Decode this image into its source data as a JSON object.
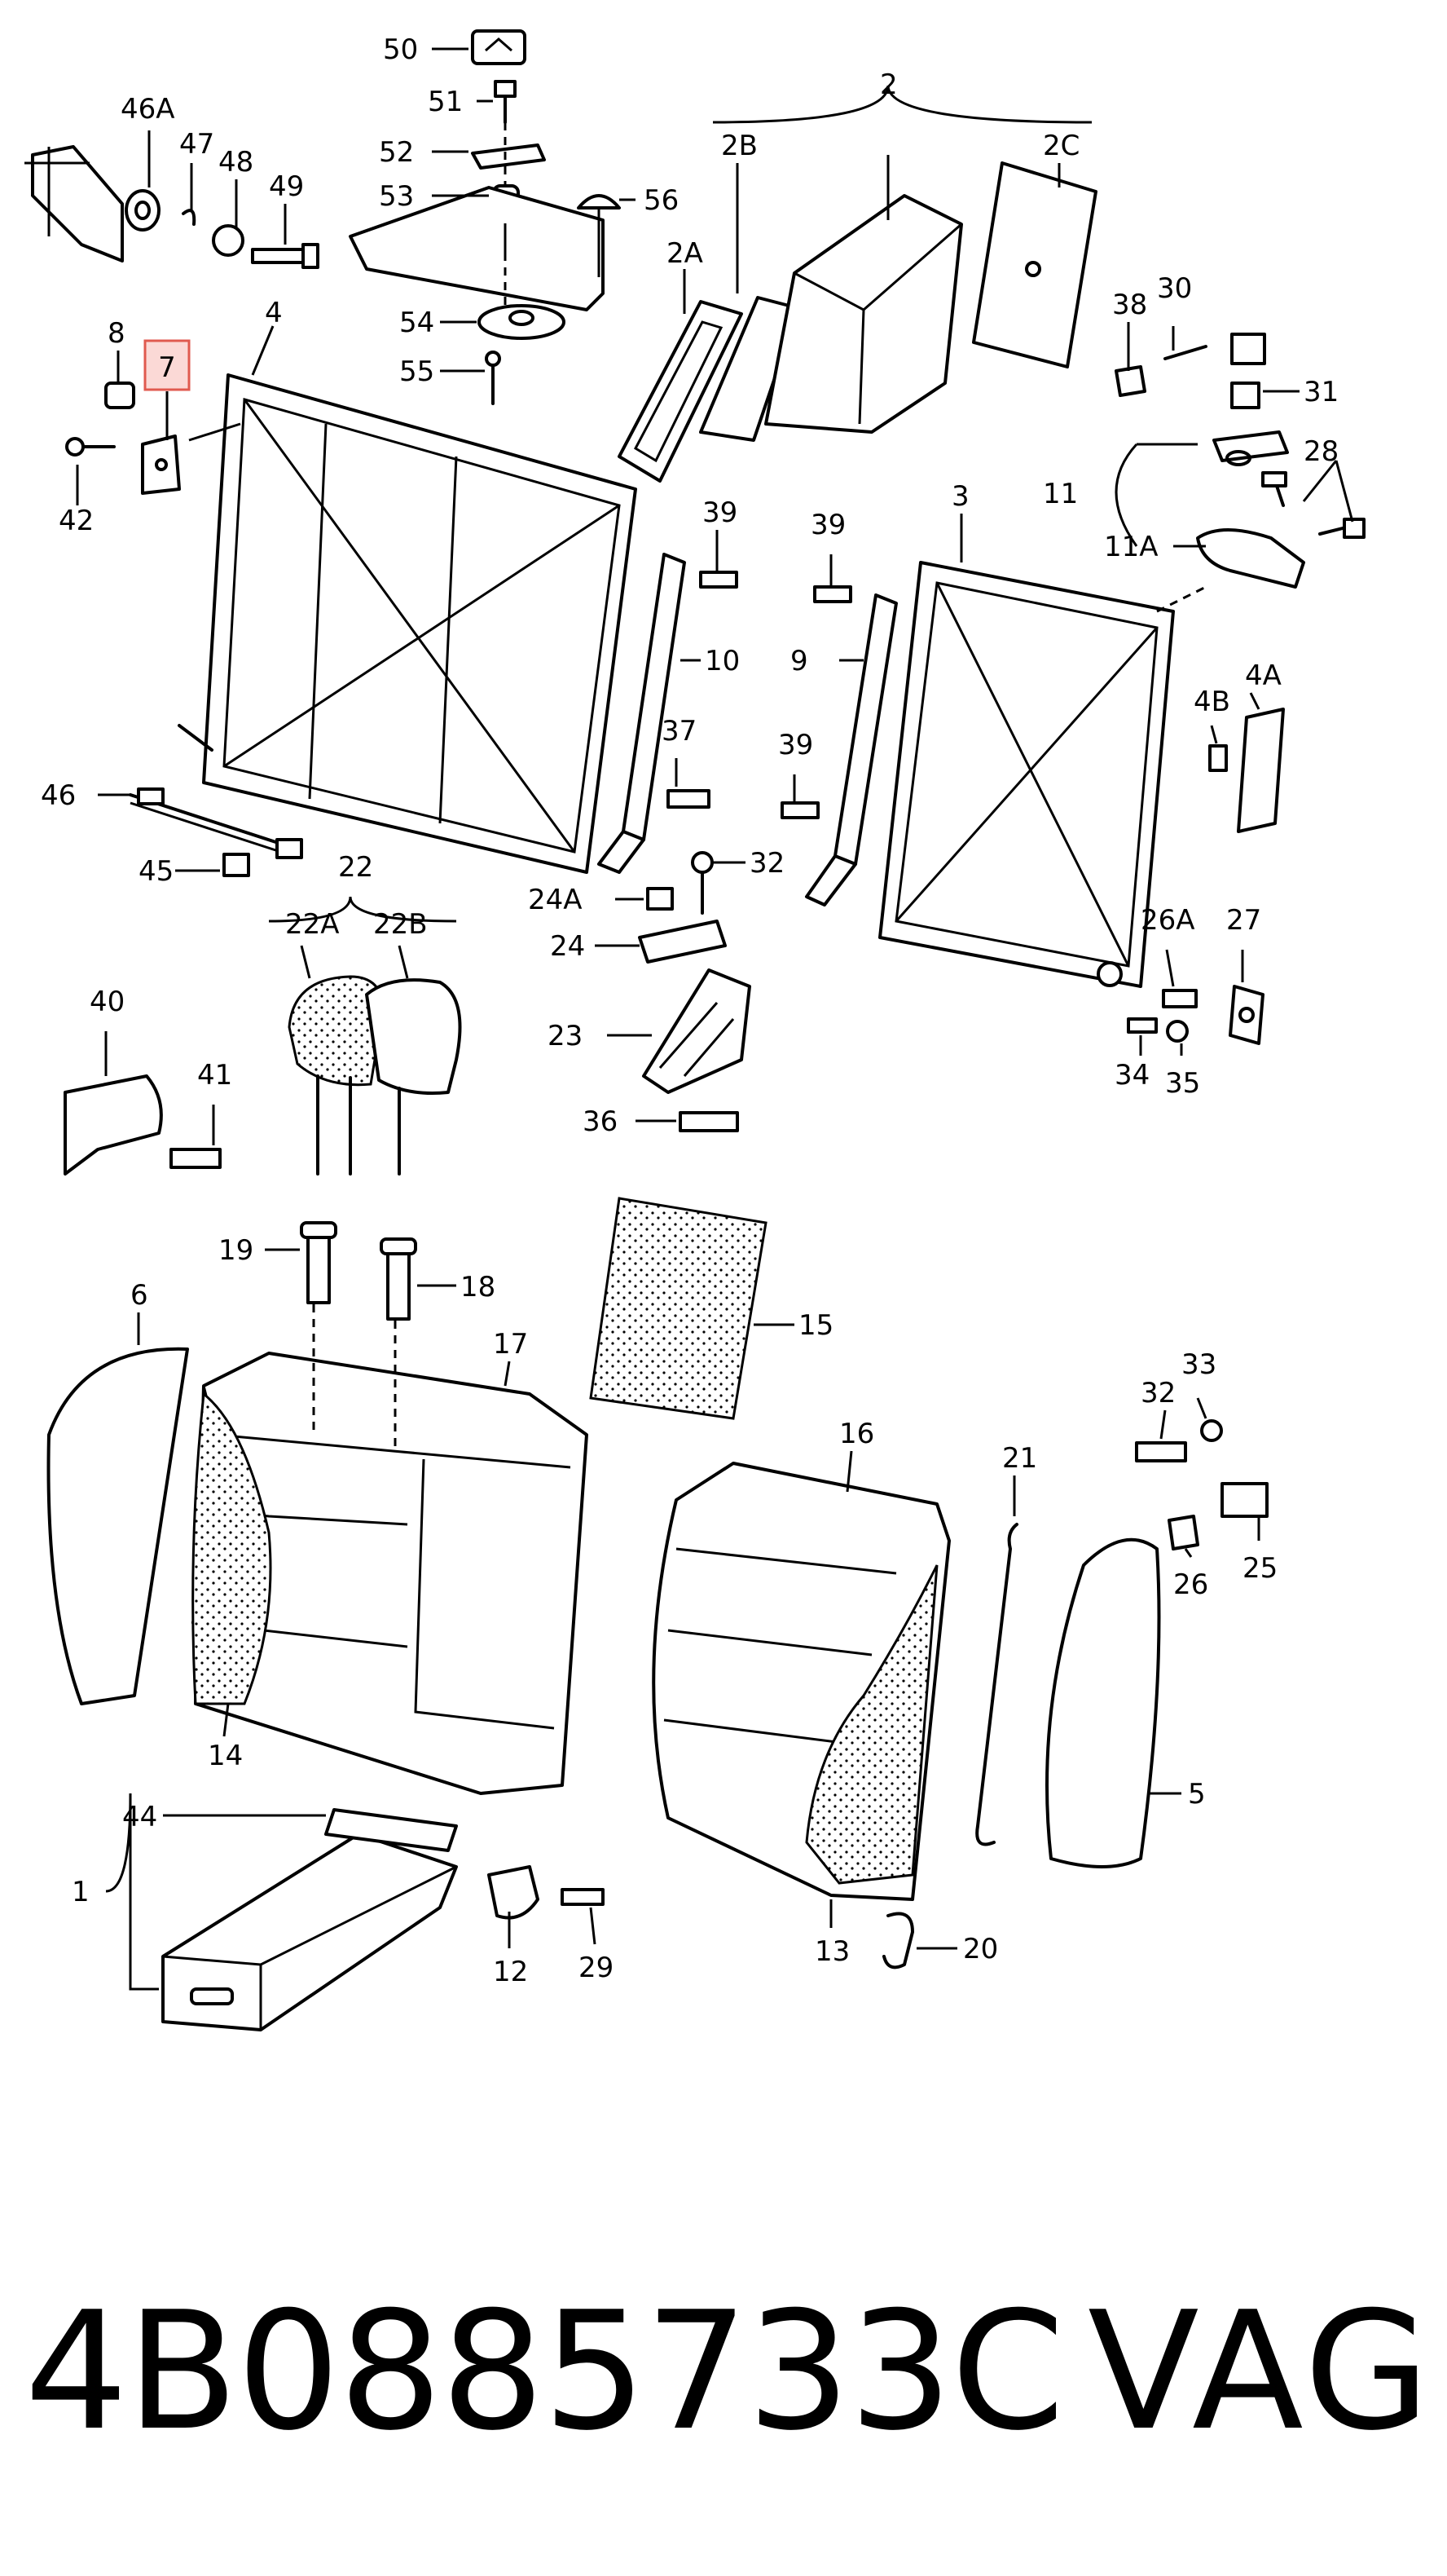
{
  "diagram": {
    "labels": {
      "l50": "50",
      "l51": "51",
      "l52": "52",
      "l53": "53",
      "l54": "54",
      "l55": "55",
      "l56": "56",
      "l2": "2",
      "l2A": "2A",
      "l2B": "2B",
      "l2C": "2C",
      "l46A": "46A",
      "l47": "47",
      "l48": "48",
      "l49": "49",
      "l8": "8",
      "l7": "7",
      "l4": "4",
      "l42": "42",
      "l38": "38",
      "l30": "30",
      "l31": "31",
      "l28": "28",
      "l11": "11",
      "l11A": "11A",
      "l39a": "39",
      "l10": "10",
      "l37": "37",
      "l39b": "39",
      "l3": "3",
      "l9": "9",
      "l39c": "39",
      "l4A": "4A",
      "l4B": "4B",
      "l46": "46",
      "l45": "45",
      "l22": "22",
      "l22A": "22A",
      "l22B": "22B",
      "l32a": "32",
      "l24A": "24A",
      "l24": "24",
      "l23": "23",
      "l36": "36",
      "l26A": "26A",
      "l27": "27",
      "l34": "34",
      "l35": "35",
      "l40": "40",
      "l41": "41",
      "l19": "19",
      "l18": "18",
      "l15": "15",
      "l6": "6",
      "l17": "17",
      "l33": "33",
      "l32b": "32",
      "l25": "25",
      "l26": "26",
      "l16": "16",
      "l21": "21",
      "l14": "14",
      "l5": "5",
      "l44": "44",
      "l1": "1",
      "l12": "12",
      "l29": "29",
      "l13": "13",
      "l20": "20"
    },
    "highlight_label": "7",
    "highlight_color": "#e05a4f"
  },
  "footer": {
    "part_number": "4B0885733C",
    "brand": "VAG"
  }
}
